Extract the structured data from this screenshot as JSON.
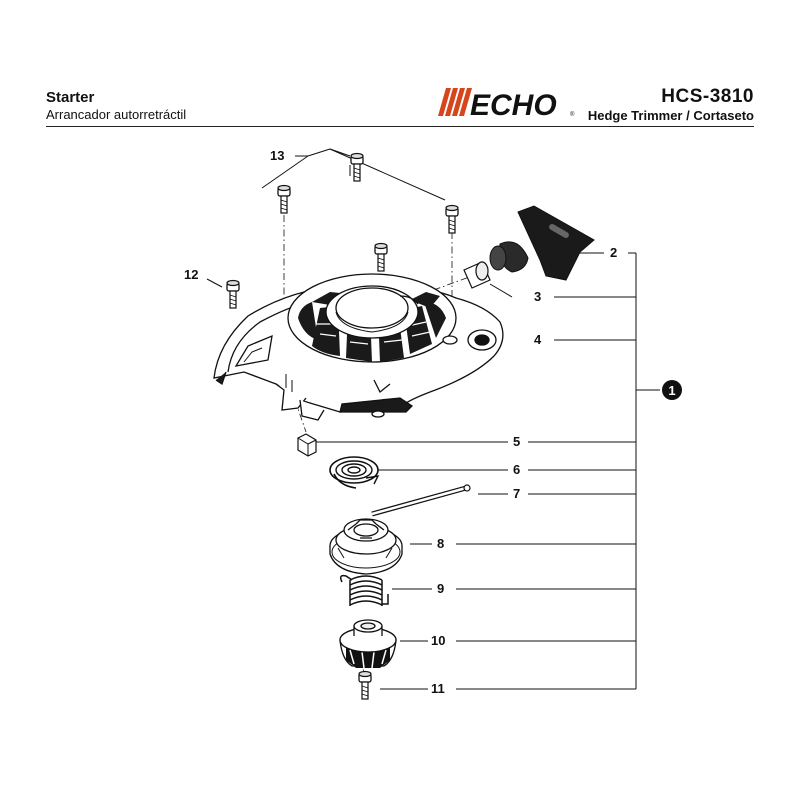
{
  "header": {
    "title": "Starter",
    "subtitle": "Arrancador autorretráctil",
    "brand": "ECHO",
    "model": "HCS-3810",
    "description": "Hedge Trimmer / Cortaseto"
  },
  "callouts": {
    "assembly": "1",
    "c2": "2",
    "c3": "3",
    "c4": "4",
    "c5": "5",
    "c6": "6",
    "c7": "7",
    "c8": "8",
    "c9": "9",
    "c10": "10",
    "c11": "11",
    "c12": "12",
    "c13": "13"
  }
}
